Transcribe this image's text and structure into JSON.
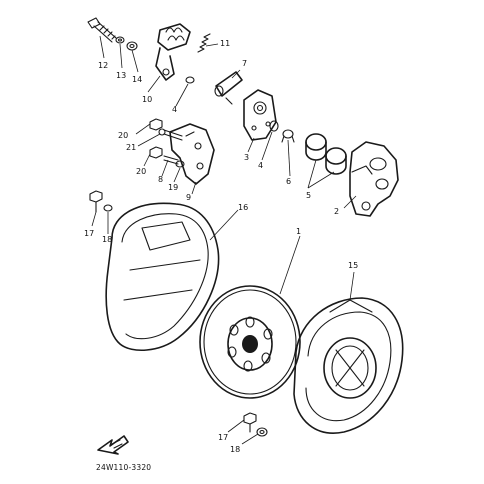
{
  "diagram": {
    "figure_code": "24W110-3320",
    "callouts": {
      "p1": "1",
      "p2": "2",
      "p3": "3",
      "p4a": "4",
      "p4b": "4",
      "p5": "5",
      "p6": "6",
      "p7": "7",
      "p8": "8",
      "p9": "9",
      "p10": "10",
      "p11": "11",
      "p12": "12",
      "p13": "13",
      "p14": "14",
      "p15": "15",
      "p16": "16",
      "p17a": "17",
      "p17b": "17",
      "p18a": "18",
      "p18b": "18",
      "p19": "19",
      "p20a": "20",
      "p20b": "20",
      "p21": "21"
    }
  }
}
